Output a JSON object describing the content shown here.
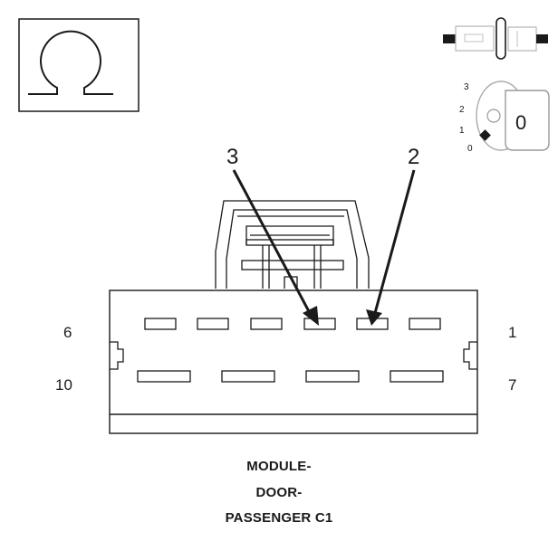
{
  "symbol": {
    "glyph": "Ω",
    "name": "ohm-symbol"
  },
  "icons": {
    "connector": "connector-icon",
    "ignition": "ignition-key-icon"
  },
  "ignition": {
    "positions": [
      "3",
      "2",
      "1",
      "0"
    ],
    "key_position": "0"
  },
  "connector": {
    "pin_labels": {
      "top_left": "6",
      "top_right": "1",
      "bottom_left": "10",
      "bottom_right": "7"
    },
    "callouts": [
      {
        "label": "3"
      },
      {
        "label": "2"
      }
    ]
  },
  "caption": {
    "lines": [
      "MODULE-",
      "DOOR-",
      "PASSENGER C1"
    ]
  }
}
